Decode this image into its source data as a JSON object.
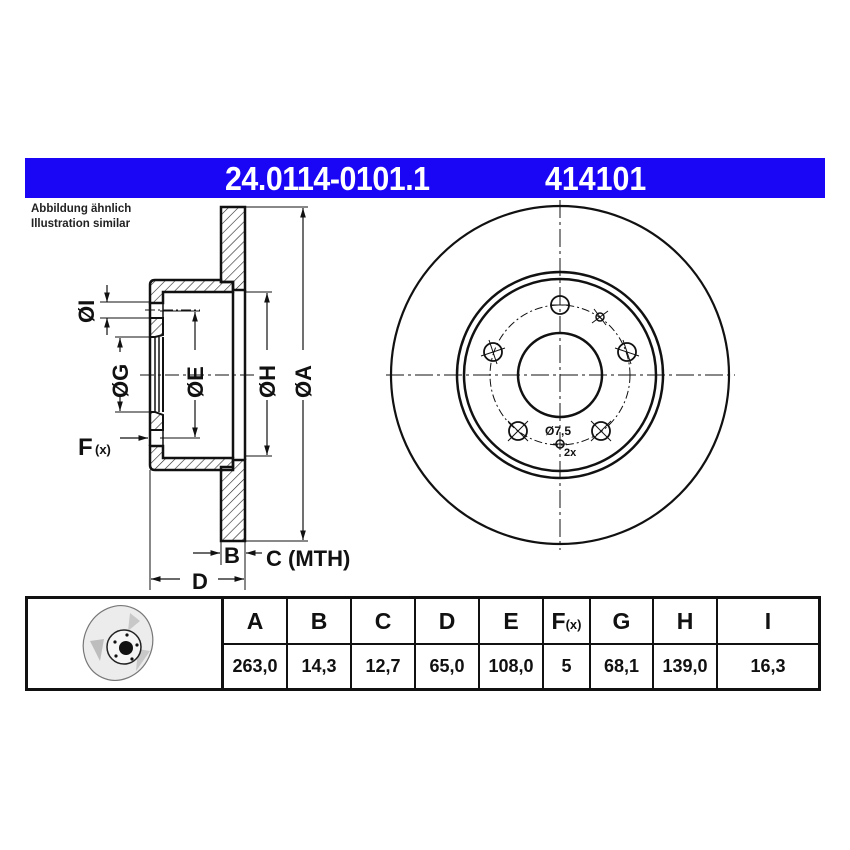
{
  "header": {
    "part_number": "24.0114-0101.1",
    "reference": "414101",
    "background_color": "#1a06f4",
    "text_color": "#ffffff"
  },
  "note": {
    "line_de": "Abbildung ähnlich",
    "line_en": "Illustration similar"
  },
  "section_view": {
    "labels": {
      "diameter_I": "ØI",
      "diameter_G": "ØG",
      "diameter_E": "ØE",
      "diameter_H": "ØH",
      "diameter_A": "ØA",
      "F": "F",
      "F_suffix": "(x)",
      "B": "B",
      "C": "C (MTH)",
      "D": "D"
    }
  },
  "front_view": {
    "hole_diameter_label": "Ø7,5",
    "hole_count_label": "2x",
    "bolt_holes": 5
  },
  "spec_table": {
    "thumbnail_icon": "brake-disc-icon",
    "columns": [
      {
        "header": "A",
        "value": "263,0"
      },
      {
        "header": "B",
        "value": "14,3"
      },
      {
        "header": "C",
        "value": "12,7"
      },
      {
        "header": "D",
        "value": "65,0"
      },
      {
        "header": "E",
        "value": "108,0"
      },
      {
        "header": "F",
        "header_suffix": "(x)",
        "value": "5"
      },
      {
        "header": "G",
        "value": "68,1"
      },
      {
        "header": "H",
        "value": "139,0"
      },
      {
        "header": "I",
        "value": "16,3"
      }
    ]
  }
}
